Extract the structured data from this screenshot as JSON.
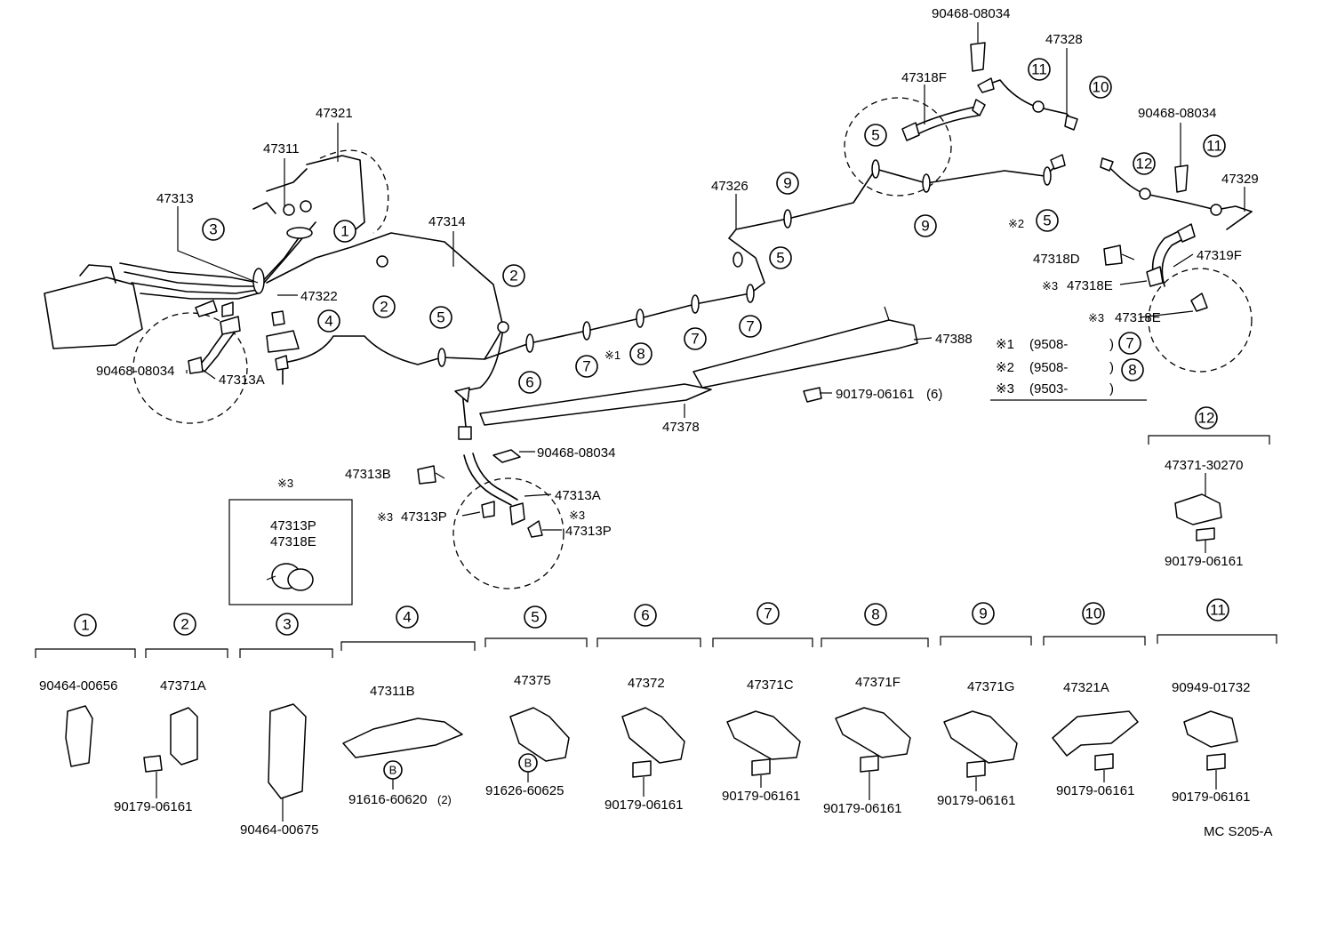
{
  "labels": {
    "p90468_08034_top": "90468-08034",
    "p47328": "47328",
    "p47318F": "47318F",
    "p90468_08034_r": "90468-08034",
    "p47329": "47329",
    "p47326": "47326",
    "p47321": "47321",
    "p47311": "47311",
    "p47313": "47313",
    "p47314": "47314",
    "p47322": "47322",
    "p90468_08034_l": "90468-08034",
    "p47313A_l": "47313A",
    "p47318D": "47318D",
    "p47319F": "47319F",
    "p47318E_1": "47318E",
    "p47318E_2": "47318E",
    "p47388": "47388",
    "p90179_06161_m": "90179-06161",
    "qty6": "(6)",
    "p47378": "47378",
    "p90468_08034_m": "90468-08034",
    "p47313B": "47313B",
    "p47313A_m": "47313A",
    "p47313P_l": "47313P",
    "p47313P_r": "47313P",
    "box_p1": "47313P",
    "box_p2": "47318E",
    "p47371_30270": "47371-30270",
    "p90179_06161_r": "90179-06161",
    "footer_code": "MC S205-A"
  },
  "legend": [
    {
      "mark": "※1",
      "text": "(9508-",
      "close": ")",
      "ref": "7"
    },
    {
      "mark": "※2",
      "text": "(9508-",
      "close": ")",
      "ref": "8"
    },
    {
      "mark": "※3",
      "text": "(9503-",
      "close": ")"
    }
  ],
  "marks": {
    "m1": "※1",
    "m2": "※2",
    "m3_a": "※3",
    "m3_b": "※3",
    "m3_c": "※3",
    "m3_d": "※3",
    "m3_e": "※3",
    "m3_box": "※3"
  },
  "refs": {
    "r1": "1",
    "r2a": "2",
    "r2b": "2",
    "r3": "3",
    "r4": "4",
    "r5a": "5",
    "r5b": "5",
    "r5c": "5",
    "r5d": "5",
    "r6": "6",
    "r7a": "7",
    "r7b": "7",
    "r7c": "7",
    "r8": "8",
    "r9a": "9",
    "r9b": "9",
    "r10": "10",
    "r11a": "11",
    "r11b": "11",
    "r12": "12",
    "r12_group": "12"
  },
  "bottom_groups": [
    {
      "ref": "1",
      "parts": [
        "90464-00656"
      ]
    },
    {
      "ref": "2",
      "parts": [
        "47371A",
        "90179-06161"
      ]
    },
    {
      "ref": "3",
      "parts": [
        "90464-00675"
      ]
    },
    {
      "ref": "4",
      "parts": [
        "47311B",
        "91616-60620",
        "(2)"
      ],
      "badge": "B"
    },
    {
      "ref": "5",
      "parts": [
        "47375",
        "91626-60625"
      ],
      "badge": "B"
    },
    {
      "ref": "6",
      "parts": [
        "47372",
        "90179-06161"
      ]
    },
    {
      "ref": "7",
      "parts": [
        "47371C",
        "90179-06161"
      ]
    },
    {
      "ref": "8",
      "parts": [
        "47371F",
        "90179-06161"
      ]
    },
    {
      "ref": "9",
      "parts": [
        "47371G",
        "90179-06161"
      ]
    },
    {
      "ref": "10",
      "parts": [
        "47321A",
        "90179-06161"
      ]
    },
    {
      "ref": "11",
      "parts": [
        "90949-01732",
        "90179-06161"
      ]
    }
  ]
}
